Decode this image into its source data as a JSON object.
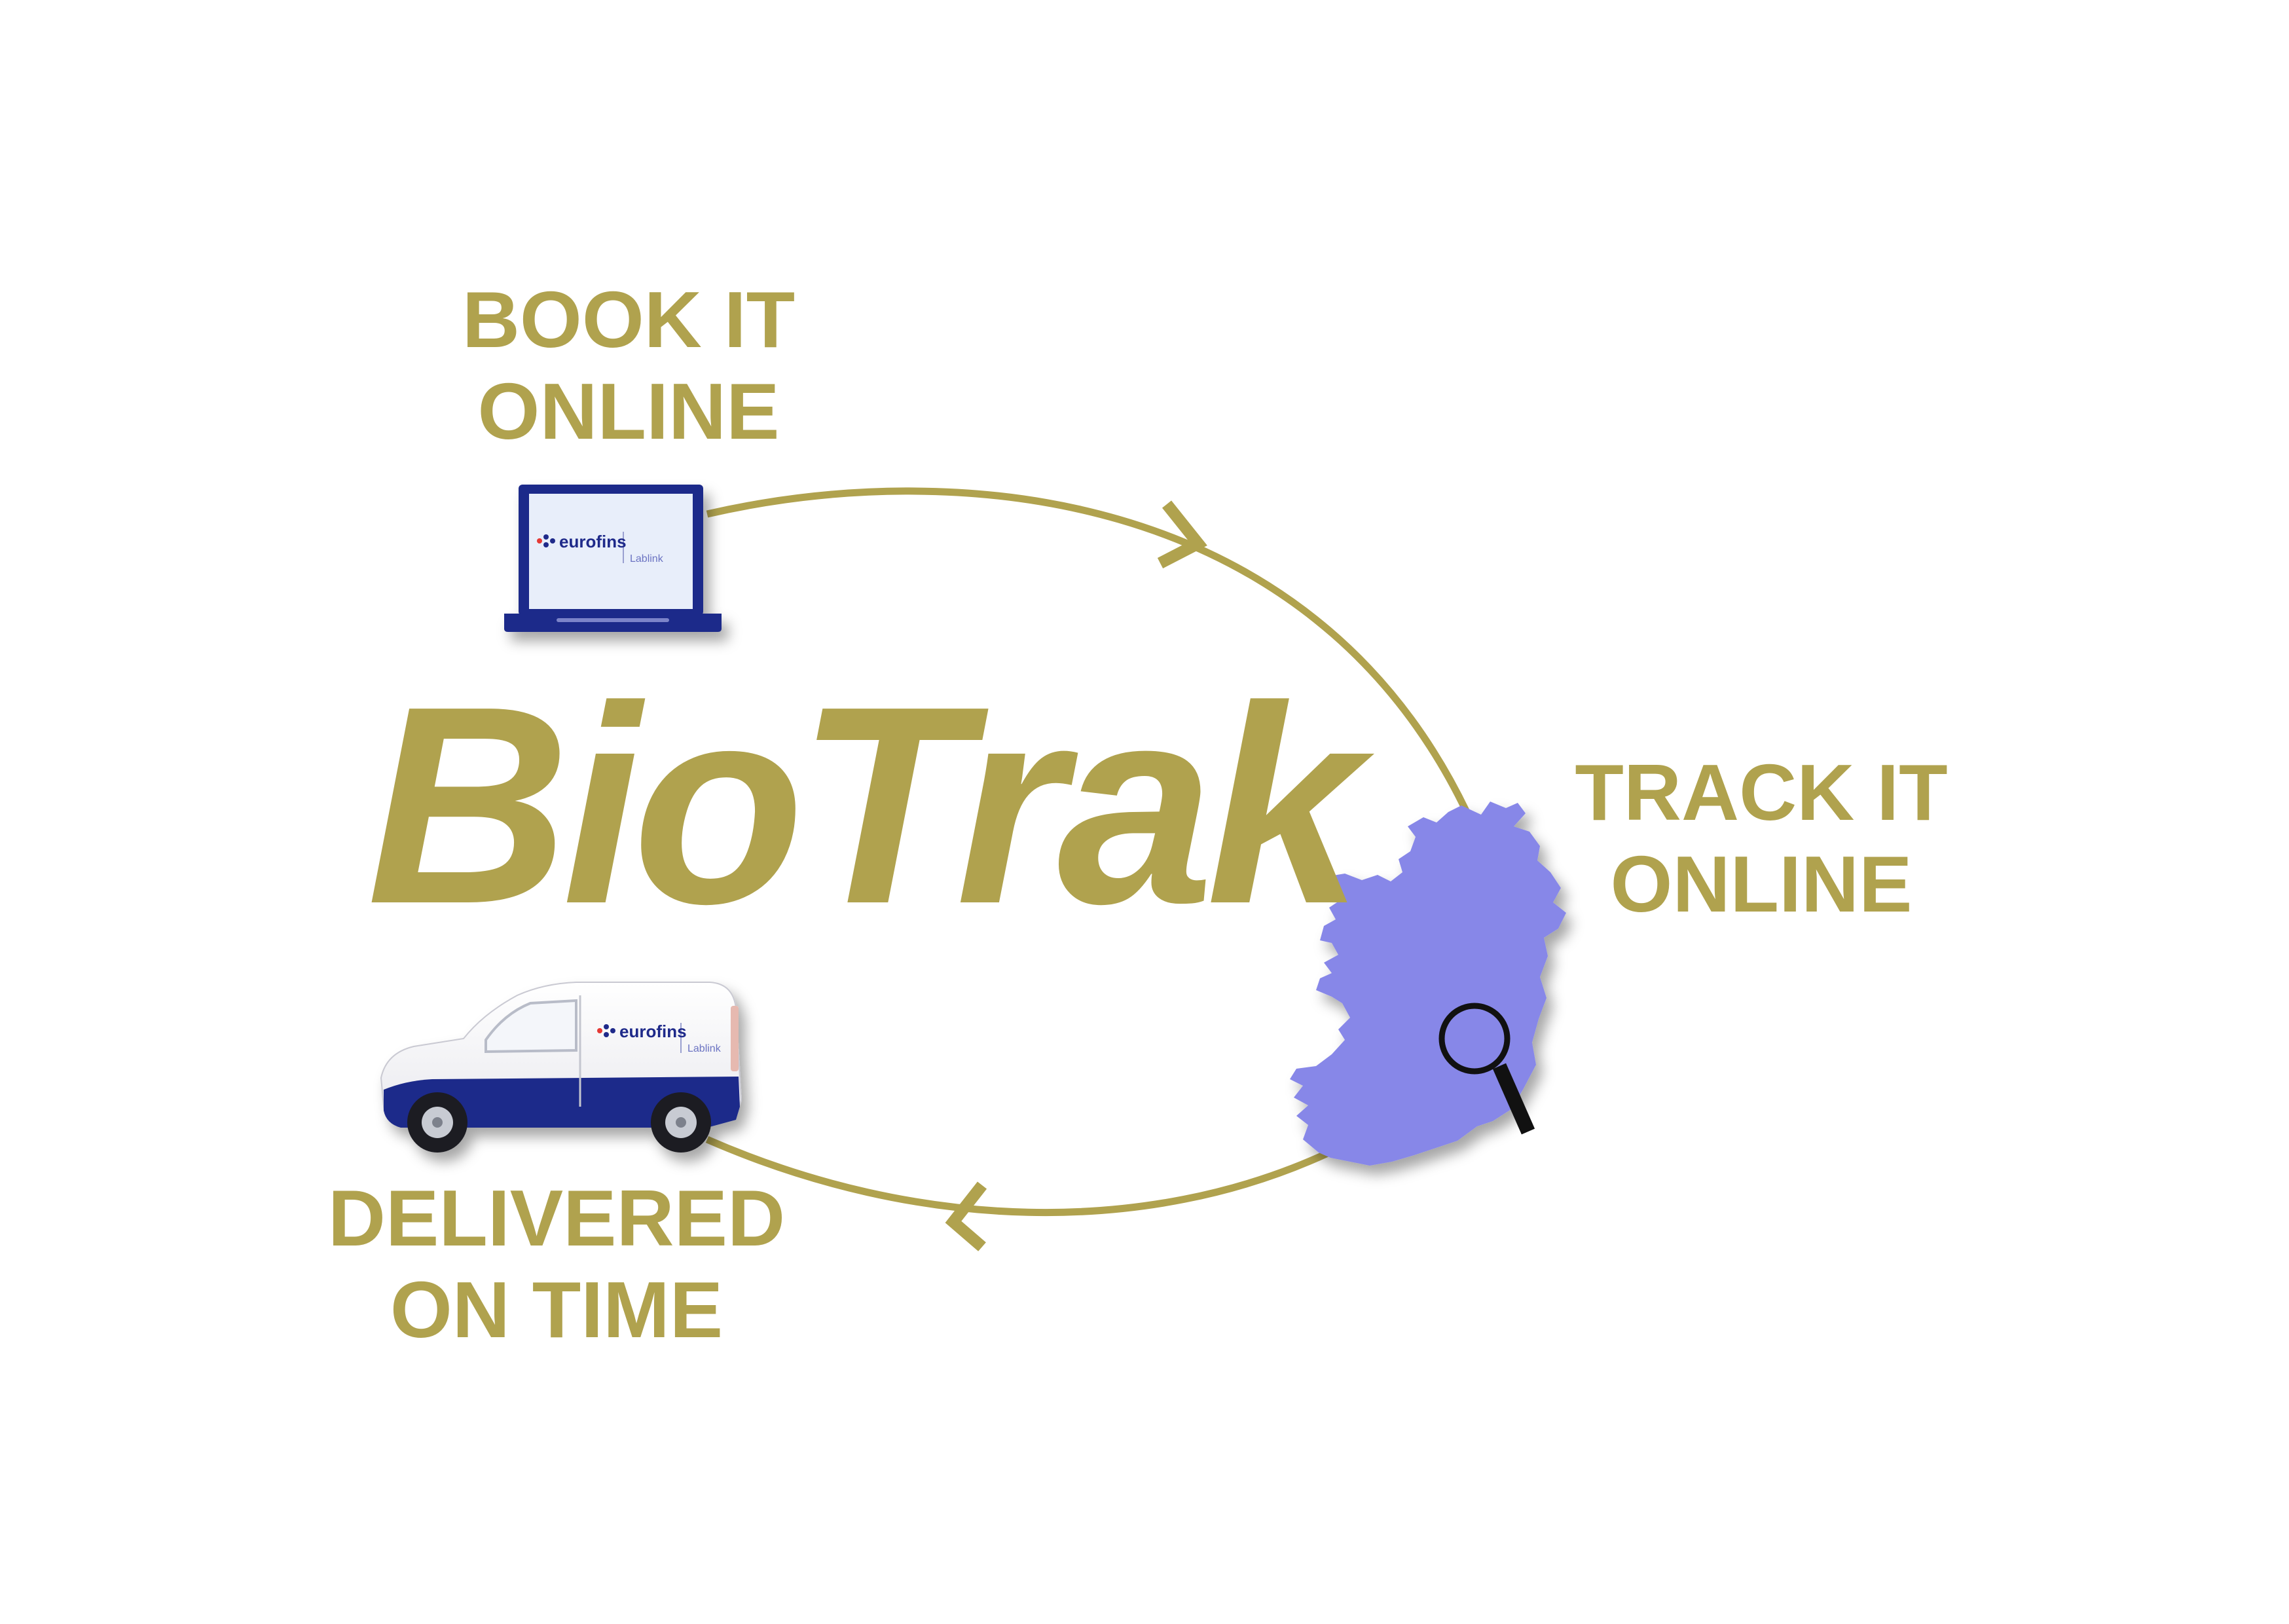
{
  "title": "BioTrak",
  "steps": {
    "book": {
      "line1": "BOOK IT",
      "line2": "ONLINE"
    },
    "track": {
      "line1": "TRACK IT",
      "line2": "ONLINE"
    },
    "delivered": {
      "line1": "DELIVERED",
      "line2": "ON TIME"
    }
  },
  "brand": {
    "name": "eurofins",
    "product": "Lablink"
  },
  "icons": {
    "laptop": "laptop-icon",
    "map": "ireland-map-icon",
    "magnifier": "magnifier-icon",
    "van": "delivery-van-icon",
    "arrow": "flow-arrow-icon"
  },
  "colors": {
    "accent_gold": "#b0a24e",
    "map_fill": "#8787e8",
    "brand_navy": "#1f2a8a",
    "screen": "#e8eefa"
  }
}
